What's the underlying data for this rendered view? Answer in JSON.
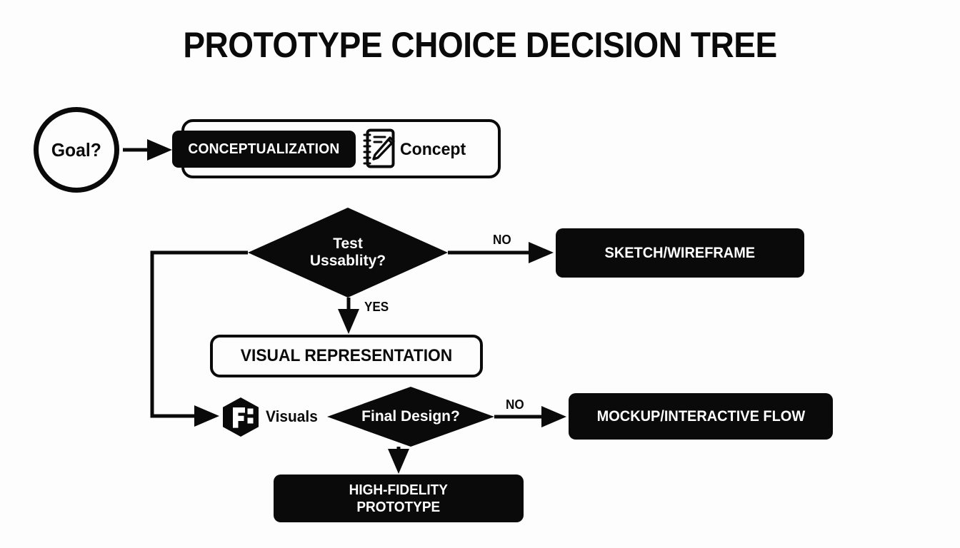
{
  "diagram": {
    "title": "PROTOTYPE CHOICE DECISION TREE",
    "background_color": "#fdfdfd",
    "ink_color": "#0a0a0a",
    "nodes": {
      "start": {
        "label": "Goal?",
        "shape": "circle"
      },
      "conceptualization": {
        "label": "CONCEPTUALIZATION",
        "shape": "rounded-rect-filled"
      },
      "concept_caption": {
        "label": "Concept",
        "icon": "notepad-pencil-icon"
      },
      "test_usability": {
        "label_line1": "Test",
        "label_line2": "Ussablity?",
        "shape": "diamond"
      },
      "sketch_wireframe": {
        "label": "SKETCH/WIREFRAME",
        "shape": "rounded-rect-filled"
      },
      "visual_representation": {
        "label": "VISUAL REPRESENTATION",
        "shape": "rounded-rect-outlined"
      },
      "visuals_caption": {
        "label": "Visuals",
        "icon": "figma-hex-icon"
      },
      "final_design": {
        "label": "Final Design?",
        "shape": "diamond"
      },
      "mockup_interactive_flow": {
        "label": "MOCKUP/INTERACTIVE FLOW",
        "shape": "rounded-rect-filled"
      },
      "high_fidelity_prototype": {
        "label_line1": "HIGH-FIDELITY",
        "label_line2": "PROTOTYPE",
        "shape": "rounded-rect-filled"
      }
    },
    "edges": {
      "test_no": "NO",
      "test_yes": "YES",
      "final_no": "NO"
    }
  }
}
